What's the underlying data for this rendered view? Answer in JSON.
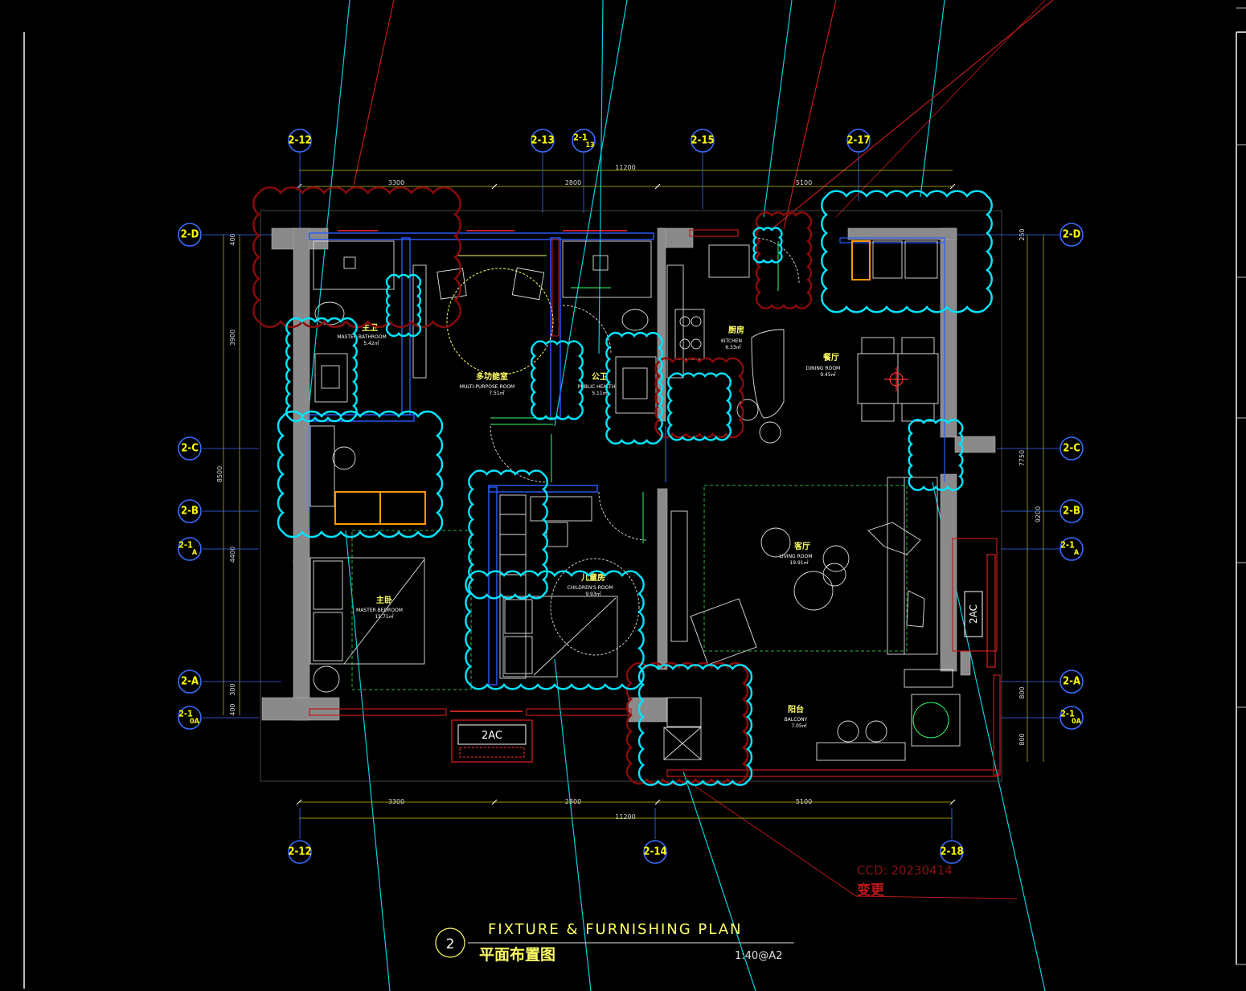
{
  "drawing": {
    "title_en": "FIXTURE & FURNISHING PLAN",
    "title_cn": "平面布置图",
    "number": "2",
    "scale": "1:40@A2"
  },
  "revision": {
    "code": "CCD: 20230414",
    "label": "变更"
  },
  "grid": {
    "top": [
      "2-12",
      "2-13",
      "2-1",
      "2-15",
      "2-17"
    ],
    "top_sub": "13",
    "bottom": [
      "2-12",
      "2-14",
      "2-18"
    ],
    "left": [
      "2-D",
      "2-C",
      "2-B",
      "2-1",
      "2-A",
      "2-1"
    ],
    "left_sub": [
      "A",
      "0A"
    ],
    "right": [
      "2-D",
      "2-C",
      "2-B",
      "2-1",
      "2-A",
      "2-1"
    ],
    "right_sub": [
      "A",
      "0A"
    ]
  },
  "dimensions": {
    "top_total": "11200",
    "top_segments": [
      "3300",
      "2800",
      "5100"
    ],
    "bottom_total": "11200",
    "bottom_segments": [
      "3300",
      "2800",
      "5100"
    ],
    "left_outer": "8500",
    "left_segments": [
      "400",
      "3900",
      "4400",
      "300",
      "400"
    ],
    "right_outer": "9200",
    "right_mid": "7750",
    "right_segments": [
      "250",
      "800",
      "800"
    ]
  },
  "rooms": [
    {
      "cn": "主卫",
      "en": "MASTER BATHROOM",
      "area": "5.42㎡"
    },
    {
      "cn": "多功能室",
      "en": "MULTI-PURPOSE ROOM",
      "area": "7.51㎡"
    },
    {
      "cn": "公卫",
      "en": "PUBLIC HEALTH",
      "area": "5.11㎡"
    },
    {
      "cn": "厨房",
      "en": "KITCHEN",
      "area": "6.33㎡"
    },
    {
      "cn": "餐厅",
      "en": "DINING ROOM",
      "area": "9.45㎡"
    },
    {
      "cn": "主卧",
      "en": "MASTER BEDROOM",
      "area": "15.71㎡"
    },
    {
      "cn": "儿童房",
      "en": "CHILDREN'S ROOM",
      "area": "9.93㎡"
    },
    {
      "cn": "客厅",
      "en": "LIVING ROOM",
      "area": "19.91㎡"
    },
    {
      "cn": "阳台",
      "en": "BALCONY",
      "area": "7.05㎡"
    }
  ],
  "equipment": {
    "ac_unit_label": "2AC",
    "ac_unit_label_side": "2AC"
  },
  "colors": {
    "background": "#000000",
    "grid_bubble": "#3a6cff",
    "grid_label": "#ffff00",
    "revision_cloud_cyan": "#00e5ff",
    "revision_cloud_red": "#8b0a0a",
    "wall": "#8a8a8a",
    "furniture": "#ffff66"
  }
}
